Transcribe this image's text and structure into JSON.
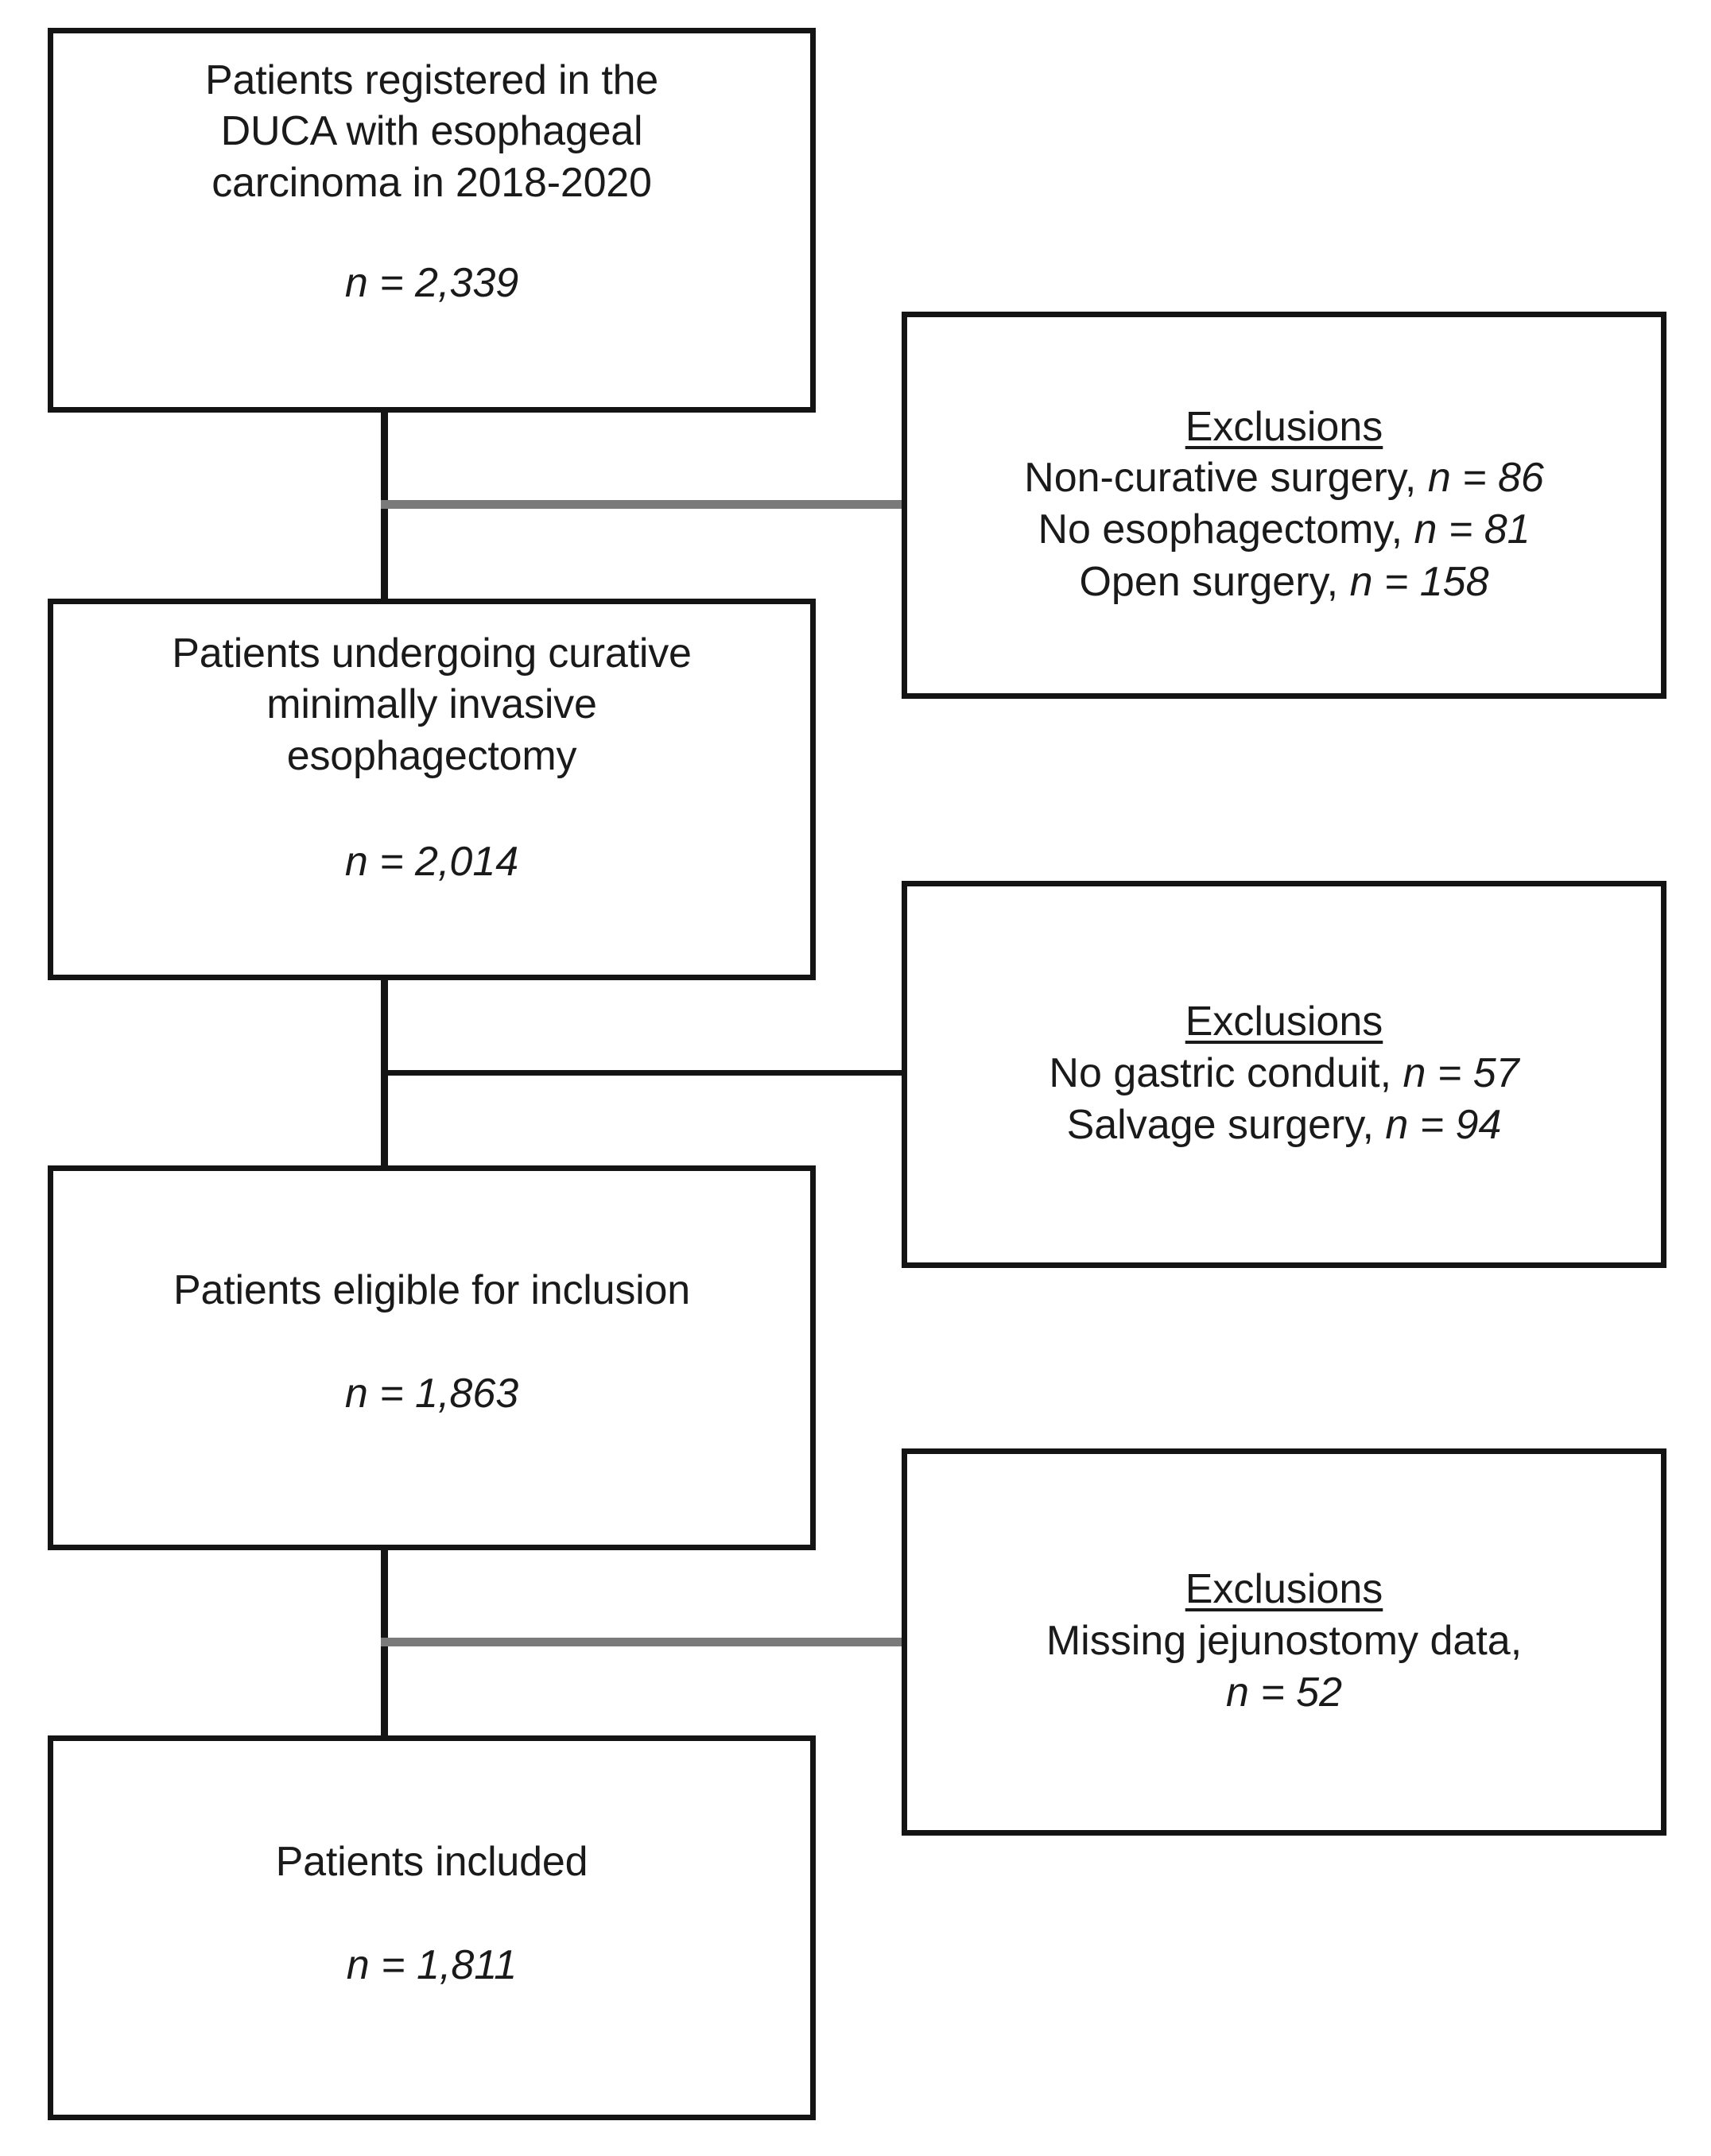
{
  "figure": {
    "type": "flowchart",
    "orientation": "vertical-with-side-exclusions",
    "colors": {
      "box_border": "#141414",
      "background": "#ffffff",
      "text": "#1a1a1a",
      "connector_gray": "#7a7a7a",
      "connector_black": "#141414"
    }
  },
  "main_boxes": [
    {
      "id": "registered",
      "label": "Patients registered in the\nDUCA with esophageal\ncarcinoma in 2018-2020",
      "n_text": "n = 2,339",
      "n_value": 2339
    },
    {
      "id": "curative-mie",
      "label": "Patients undergoing curative\nminimally invasive\nesophagectomy",
      "n_text": "n = 2,014",
      "n_value": 2014
    },
    {
      "id": "eligible",
      "label": "Patients eligible for inclusion",
      "n_text": "n = 1,863",
      "n_value": 1863
    },
    {
      "id": "included",
      "label": "Patients included",
      "n_text": "n = 1,811",
      "n_value": 1811
    }
  ],
  "exclusion_boxes": [
    {
      "id": "exclusions-1",
      "title": "Exclusions",
      "lines": [
        {
          "reason": "Non-curative surgery, ",
          "n_text": "n = 86",
          "n_value": 86
        },
        {
          "reason": "No esophagectomy, ",
          "n_text": "n = 81",
          "n_value": 81
        },
        {
          "reason": "Open surgery, ",
          "n_text": "n = 158",
          "n_value": 158
        }
      ]
    },
    {
      "id": "exclusions-2",
      "title": "Exclusions",
      "lines": [
        {
          "reason": "No gastric conduit, ",
          "n_text": "n = 57",
          "n_value": 57
        },
        {
          "reason": "Salvage surgery, ",
          "n_text": "n = 94",
          "n_value": 94
        }
      ]
    },
    {
      "id": "exclusions-3",
      "title": "Exclusions",
      "lines": [
        {
          "reason": "Missing jejunostomy data,",
          "n_text": "n = 52",
          "n_value": 52
        }
      ]
    }
  ]
}
